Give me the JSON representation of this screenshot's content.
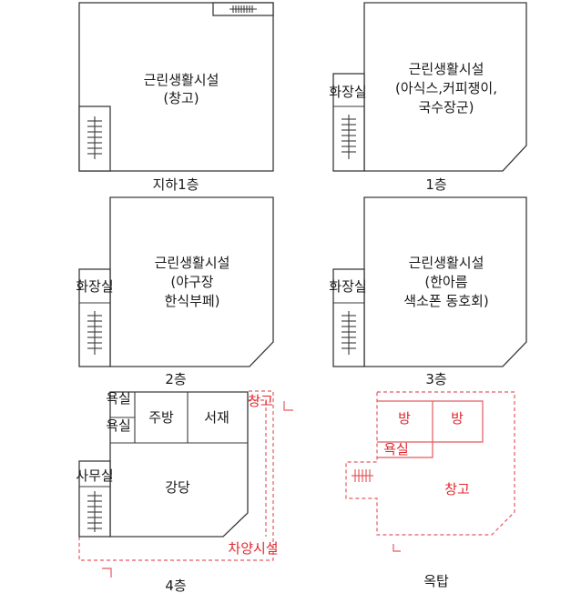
{
  "floors": {
    "basement": {
      "caption": "지하1층",
      "room_line1": "근린생활시설",
      "room_line2": "(창고)"
    },
    "first": {
      "caption": "1층",
      "restroom": "화장실",
      "room_line1": "근린생활시설",
      "room_line2": "(아식스,커피쟁이,",
      "room_line3": "국수장군)"
    },
    "second": {
      "caption": "2층",
      "restroom": "화장실",
      "room_line1": "근린생활시설",
      "room_line2": "(야구장",
      "room_line3": "한식부페)"
    },
    "third": {
      "caption": "3층",
      "restroom": "화장실",
      "room_line1": "근린생활시설",
      "room_line2": "(한아름",
      "room_line3": "색소폰 동호회)"
    },
    "fourth": {
      "caption": "4층",
      "bath1": "욕실",
      "bath2": "욕실",
      "kitchen": "주방",
      "study": "서재",
      "office": "사무실",
      "hall": "강당",
      "storage": "창고",
      "awning": "차양시설"
    },
    "rooftop": {
      "caption": "옥탑",
      "room1": "방",
      "room2": "방",
      "bath": "욕실",
      "storage": "창고"
    }
  },
  "colors": {
    "wall": "#3a3a3a",
    "annotation_red": "#e0282f"
  }
}
